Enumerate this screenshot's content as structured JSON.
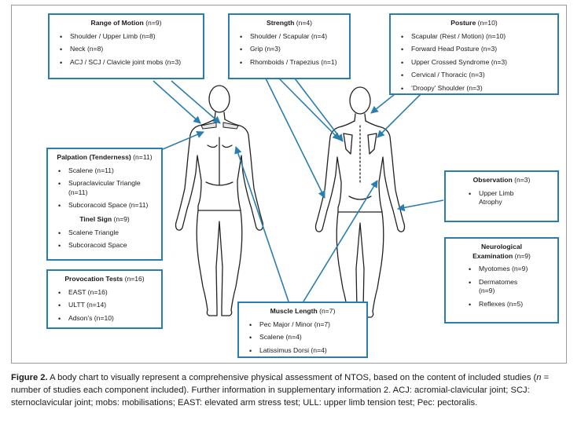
{
  "boxes": {
    "range_of_motion": {
      "title": "Range of Motion",
      "count": "(n=9)",
      "items": [
        "Shoulder / Upper Limb (n=8)",
        "Neck (n=8)",
        "ACJ / SCJ / Clavicle joint mobs (n=3)"
      ]
    },
    "strength": {
      "title": "Strength",
      "count": "(n=4)",
      "items": [
        "Shoulder / Scapular (n=4)",
        "Grip (n=3)",
        "Rhomboids / Trapezius (n=1)"
      ]
    },
    "posture": {
      "title": "Posture",
      "count": "(n=10)",
      "items": [
        "Scapular (Rest / Motion) (n=10)",
        "Forward Head Posture (n=3)",
        "Upper Crossed Syndrome (n=3)",
        "Cervical / Thoracic (n=3)",
        "‘Droopy’ Shoulder (n=3)"
      ]
    },
    "palpation": {
      "title": "Palpation (Tenderness)",
      "count": "(n=11)",
      "items": [
        "Scalene (n=11)",
        "Supraclavicular Triangle (n=11)",
        "Subcoracoid Space (n=11)"
      ],
      "tinel_title": "Tinel Sign",
      "tinel_count": "(n=9)",
      "tinel_items": [
        "Scalene Triangle",
        "Subcoracoid Space"
      ]
    },
    "observation": {
      "title": "Observation",
      "count": "(n=3)",
      "items": [
        "Upper Limb Atrophy"
      ]
    },
    "provocation": {
      "title": "Provocation Tests",
      "count": "(n=16)",
      "items": [
        "EAST (n=16)",
        "ULTT (n=14)",
        "Adson’s (n=10)"
      ]
    },
    "neurological": {
      "title": "Neurological Examination",
      "count": "(n=9)",
      "items": [
        "Myotomes (n=9)",
        "Dermatomes (n=9)",
        "Reflexes (n=5)"
      ]
    },
    "muscle_length": {
      "title": "Muscle Length",
      "count": "(n=7)",
      "items": [
        "Pec Major / Minor (n=7)",
        "Scalene (n=4)",
        "Latissimus Dorsi (n=4)"
      ]
    }
  },
  "caption": {
    "label": "Figure 2.",
    "text_a": " A body chart to visually represent a comprehensive physical assessment of NTOS, based on the content of included studies (",
    "n_italic": "n",
    "text_b": " = number of studies each component included). Further information in supplementary information 2. ACJ: acromial-clavicular joint; SCJ: sternoclavicular joint; mobs: mobilisations; EAST: elevated arm stress test; ULL: upper limb tension test; Pec: pectoralis."
  },
  "colors": {
    "box_border": "#2a7eae",
    "arrow": "#2a7eae",
    "body_outline": "#222222"
  }
}
